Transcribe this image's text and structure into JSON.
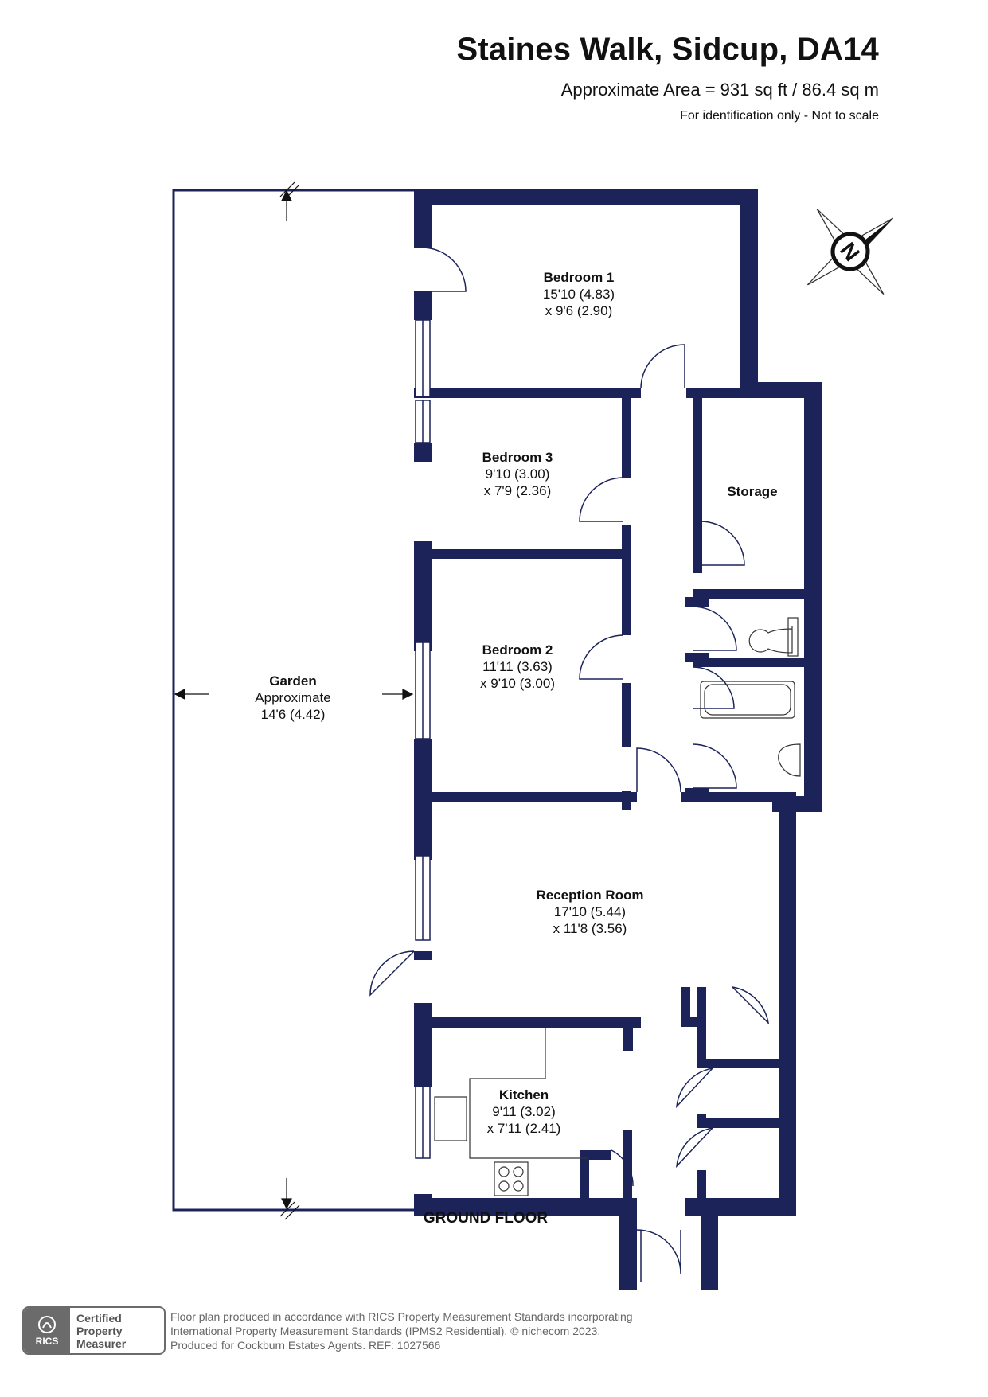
{
  "header": {
    "title": "Staines Walk, Sidcup, DA14",
    "area": "Approximate Area = 931 sq ft / 86.4 sq m",
    "scale_note": "For identification only - Not to scale"
  },
  "rooms": {
    "bedroom1": {
      "name": "Bedroom 1",
      "dim1": "15'10 (4.83)",
      "dim2": "x 9'6 (2.90)"
    },
    "bedroom3": {
      "name": "Bedroom 3",
      "dim1": "9'10 (3.00)",
      "dim2": "x 7'9 (2.36)"
    },
    "storage": {
      "name": "Storage"
    },
    "bedroom2": {
      "name": "Bedroom 2",
      "dim1": "11'11 (3.63)",
      "dim2": "x 9'10 (3.00)"
    },
    "garden": {
      "name": "Garden",
      "dim1": "Approximate",
      "dim2": "14'6 (4.42)"
    },
    "reception": {
      "name": "Reception Room",
      "dim1": "17'10 (5.44)",
      "dim2": "x 11'8 (3.56)"
    },
    "kitchen": {
      "name": "Kitchen",
      "dim1": "9'11 (3.02)",
      "dim2": "x 7'11 (2.41)"
    }
  },
  "compass": {
    "letter": "N"
  },
  "floor_label": "GROUND FLOOR",
  "badge": {
    "org": "RICS",
    "line1": "Certified",
    "line2": "Property",
    "line3": "Measurer"
  },
  "footer": {
    "line1": "Floor plan produced in accordance with RICS Property Measurement Standards incorporating",
    "line2": "International Property Measurement Standards (IPMS2 Residential).   © nichecom 2023.",
    "line3": "Produced for Cockburn Estates Agents.   REF:   1027566"
  },
  "colors": {
    "wall": "#1b2358",
    "text": "#111111",
    "badge": "#6b6b6b"
  }
}
